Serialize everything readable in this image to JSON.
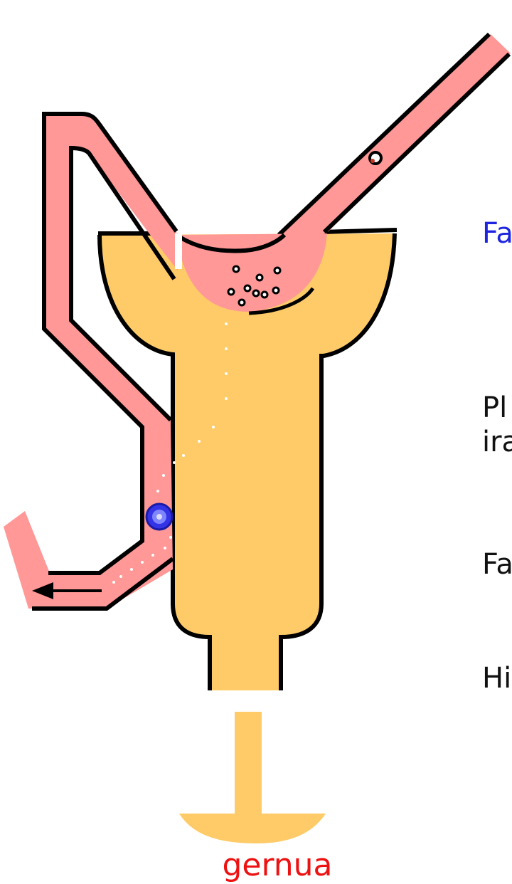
{
  "labels": {
    "side_1": "Fa",
    "side_2": "Pl",
    "side_3": "ira",
    "side_4": "Fa",
    "side_5": "Hi",
    "bottom": "gernua"
  },
  "colors": {
    "yolk_body": "#fecb68",
    "pink_tube": "#ff9896",
    "outline": "#000000",
    "bead": "#2a2ad8",
    "highlight_text": "#1f24e0",
    "bottom_text": "#ee1111"
  }
}
